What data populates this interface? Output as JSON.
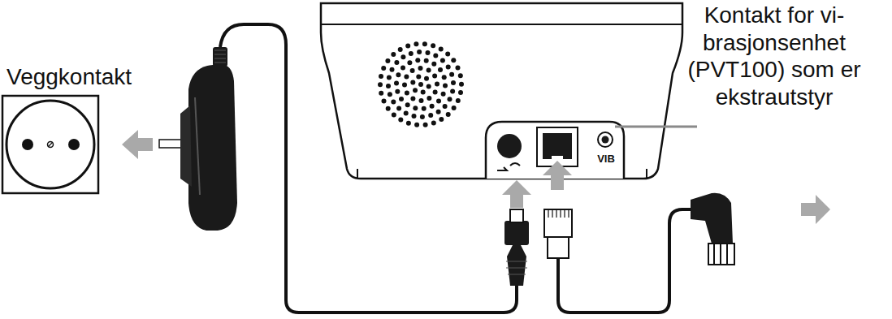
{
  "diagram": {
    "labels": [
      "Veggkontakt",
      "Kontakt for vi-brasjonsenhet (PVT100) som er ekstrautstyr",
      "VIB"
    ]
  }
}
